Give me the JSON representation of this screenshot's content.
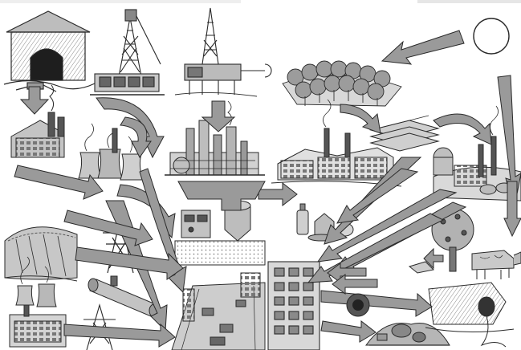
{
  "colors": {
    "background": "#ffffff",
    "ink": "#2a2a2a",
    "arrow_fill": "#9a9a9a",
    "arrow_dark": "#6e6e6e",
    "shade_light": "#d4d4d4",
    "shade_mid": "#b8b8b8",
    "shade_dark": "#8a8a8a"
  },
  "scenes": [
    {
      "id": "coal-mine-entrance",
      "icon": "mine-tunnel"
    },
    {
      "id": "mine-headframe",
      "icon": "headframe-tower"
    },
    {
      "id": "offshore-oil-platform",
      "icon": "oil-rig"
    },
    {
      "id": "sun",
      "icon": "sun"
    },
    {
      "id": "forest",
      "icon": "trees"
    },
    {
      "id": "coke-plant",
      "icon": "factory"
    },
    {
      "id": "power-station-cooling-towers",
      "icon": "cooling-tower"
    },
    {
      "id": "oil-refinery",
      "icon": "refinery"
    },
    {
      "id": "factory-complex",
      "icon": "factory"
    },
    {
      "id": "lumber-stack",
      "icon": "lumber"
    },
    {
      "id": "chemical-plant",
      "icon": "chemical-tanks"
    },
    {
      "id": "hydro-dam",
      "icon": "dam"
    },
    {
      "id": "transmission-tower",
      "icon": "pylon"
    },
    {
      "id": "gas-processing-unit",
      "icon": "gas-unit"
    },
    {
      "id": "consumer-products",
      "icon": "bottles"
    },
    {
      "id": "orchard-tree",
      "icon": "tree"
    },
    {
      "id": "cow",
      "icon": "cow"
    },
    {
      "id": "apartment-building",
      "icon": "building"
    },
    {
      "id": "city-street",
      "icon": "city"
    },
    {
      "id": "pipeline",
      "icon": "pipe"
    },
    {
      "id": "nuclear-plant",
      "icon": "power-plant"
    },
    {
      "id": "waste-dump",
      "icon": "waste-heap"
    },
    {
      "id": "sewage-outflow",
      "icon": "drain"
    }
  ]
}
